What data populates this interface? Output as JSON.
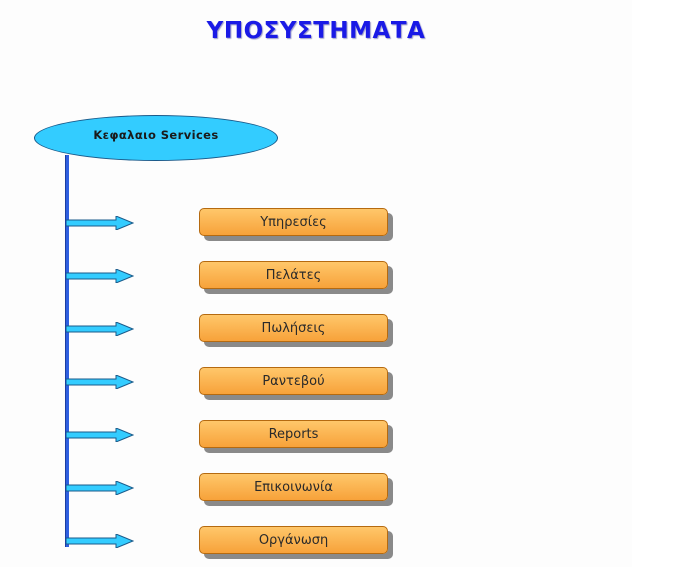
{
  "title": "ΥΠΟΣΥΣΤΗΜΑΤΑ",
  "root": {
    "label": "Κεφαλαιο Services"
  },
  "subsystems": [
    {
      "label": "Υπηρεσίες"
    },
    {
      "label": "Πελάτες"
    },
    {
      "label": "Πωλήσεις"
    },
    {
      "label": "Ραντεβού"
    },
    {
      "label": "Reports"
    },
    {
      "label": "Επικοινωνία"
    },
    {
      "label": "Οργάνωση"
    }
  ],
  "colors": {
    "title": "#1a1ae6",
    "root_fill": "#33ccff",
    "trunk": "#2f5fe0",
    "arrow_fill": "#33ccff",
    "box_fill": "#f7a23a",
    "box_shadow": "#8a8a8a"
  }
}
